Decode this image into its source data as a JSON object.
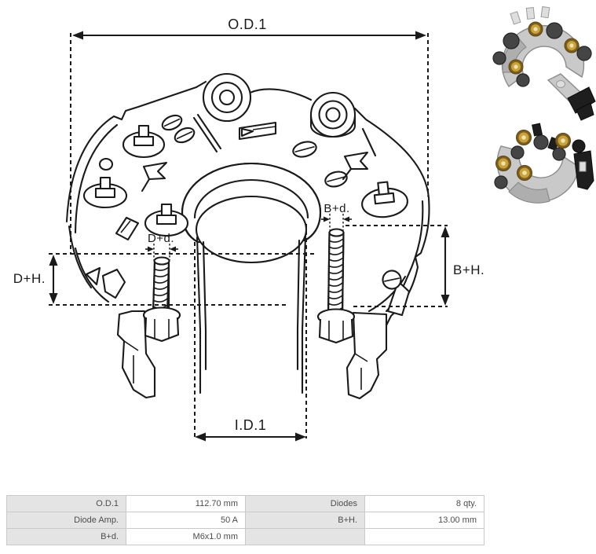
{
  "diagram": {
    "labels": {
      "od1": "O.D.1",
      "id1": "I.D.1",
      "d_plus_h": "D+H.",
      "b_plus_h": "B+H.",
      "d_plus_d": "D+d.",
      "b_plus_d": "B+d."
    }
  },
  "colors": {
    "line": "#1a1a1a",
    "table_label_bg": "#e4e4e4",
    "table_border": "#c9c9c9",
    "table_text": "#4d4d4d",
    "photo_metal": "#c9c9c9",
    "photo_gold": "#c9a23c",
    "photo_black": "#1e1e1e"
  },
  "spec_table": {
    "rows": [
      {
        "c0": "O.D.1",
        "c1": "112.70 mm",
        "c2": "Diodes",
        "c3": "8 qty."
      },
      {
        "c0": "Diode Amp.",
        "c1": "50 A",
        "c2": "B+H.",
        "c3": "13.00 mm"
      },
      {
        "c0": "B+d.",
        "c1": "M6x1.0 mm",
        "c2": "",
        "c3": ""
      }
    ]
  }
}
